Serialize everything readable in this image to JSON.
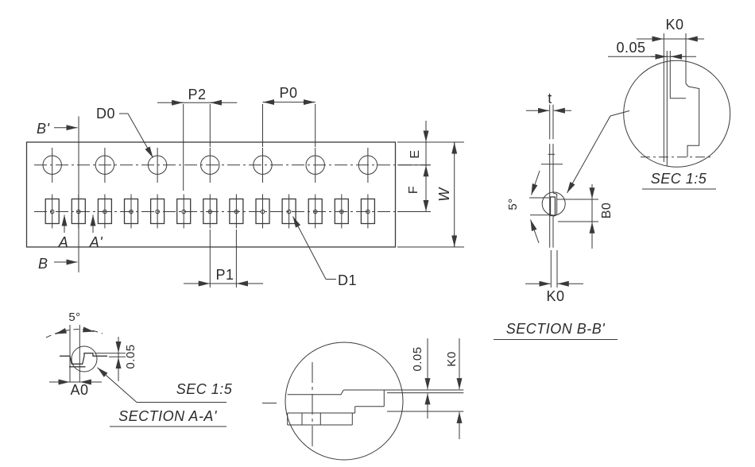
{
  "plan": {
    "labels": {
      "b_prime": "B'",
      "b": "B",
      "a": "A",
      "a_prime": "A'",
      "d0": "D0",
      "d1": "D1",
      "p2": "P2",
      "p0": "P0",
      "p1": "P1",
      "e": "E",
      "f": "F",
      "w": "W"
    }
  },
  "section_bb": {
    "t": "t",
    "angle": "5°",
    "b0": "B0",
    "k0": "K0",
    "title": "SECTION  B-B'"
  },
  "detail_bb": {
    "k0": "K0",
    "tolerance": "0.05",
    "caption": "SEC  1:5"
  },
  "section_aa": {
    "angle": "5°",
    "tolerance": "0.05",
    "a0": "A0",
    "caption": "SEC  1:5",
    "title": "SECTION  A-A'"
  },
  "detail_aa": {
    "tolerance": "0.05",
    "k0": "K0"
  },
  "colors": {
    "line": "#3a3a3a",
    "text": "#2b2b2b",
    "background": "#ffffff"
  }
}
